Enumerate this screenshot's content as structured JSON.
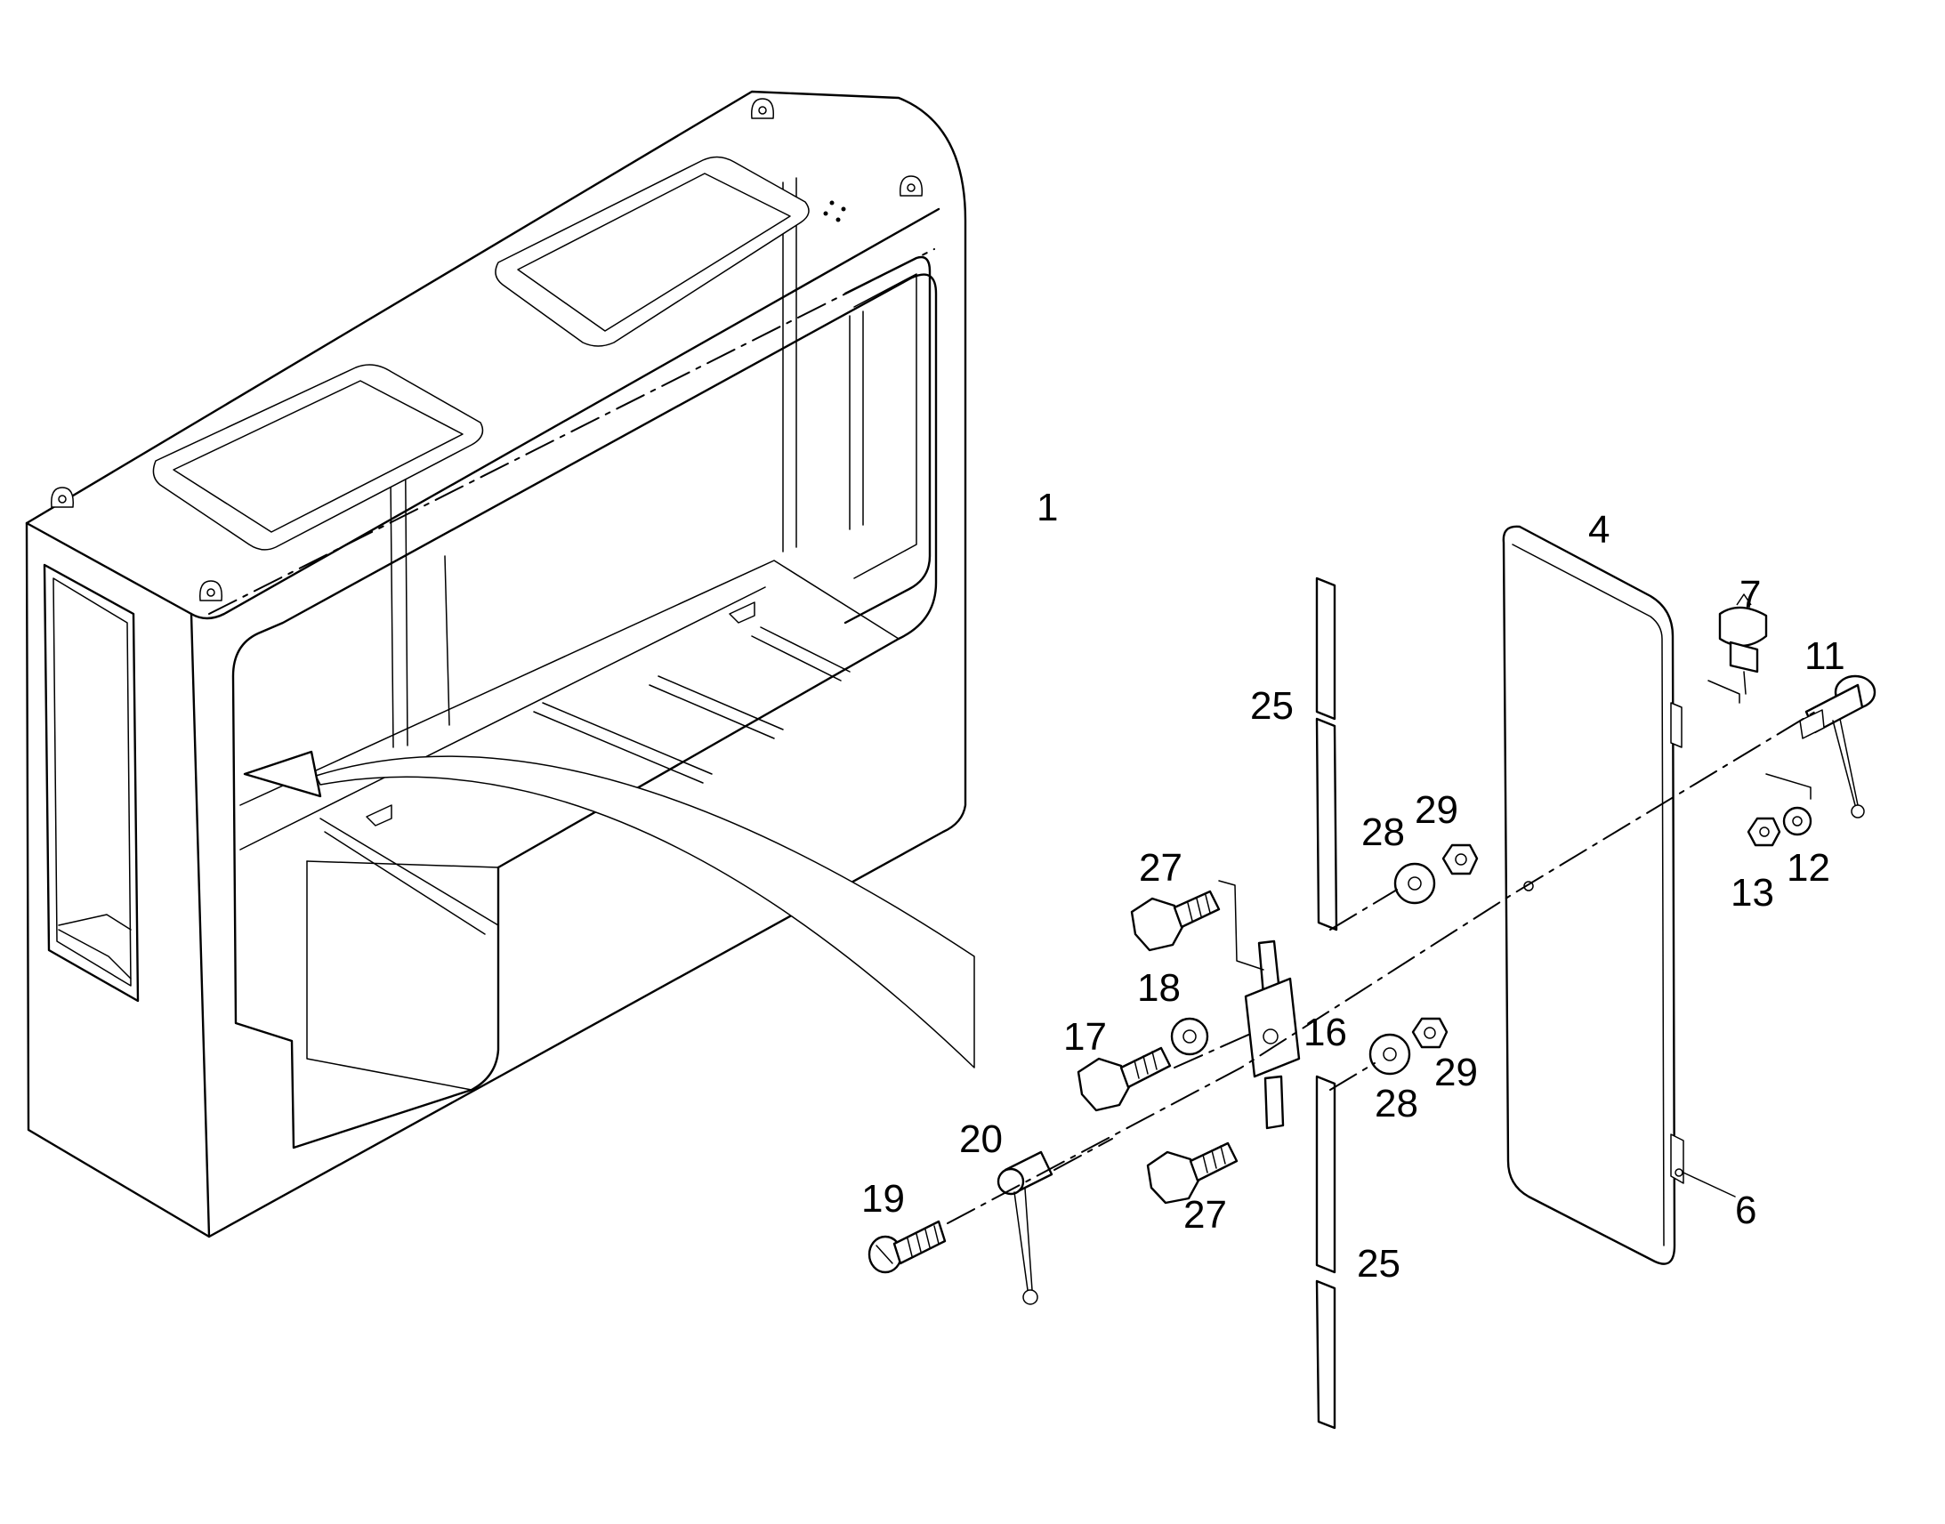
{
  "labels": {
    "l1": "1",
    "l4": "4",
    "l6": "6",
    "l7": "7",
    "l11": "11",
    "l12": "12",
    "l13": "13",
    "l16": "16",
    "l17": "17",
    "l18": "18",
    "l19": "19",
    "l20": "20",
    "l25a": "25",
    "l25b": "25",
    "l27a": "27",
    "l27b": "27",
    "l28a": "28",
    "l28b": "28",
    "l29a": "29",
    "l29b": "29"
  },
  "colors": {
    "line": "#000000",
    "background": "#ffffff"
  }
}
